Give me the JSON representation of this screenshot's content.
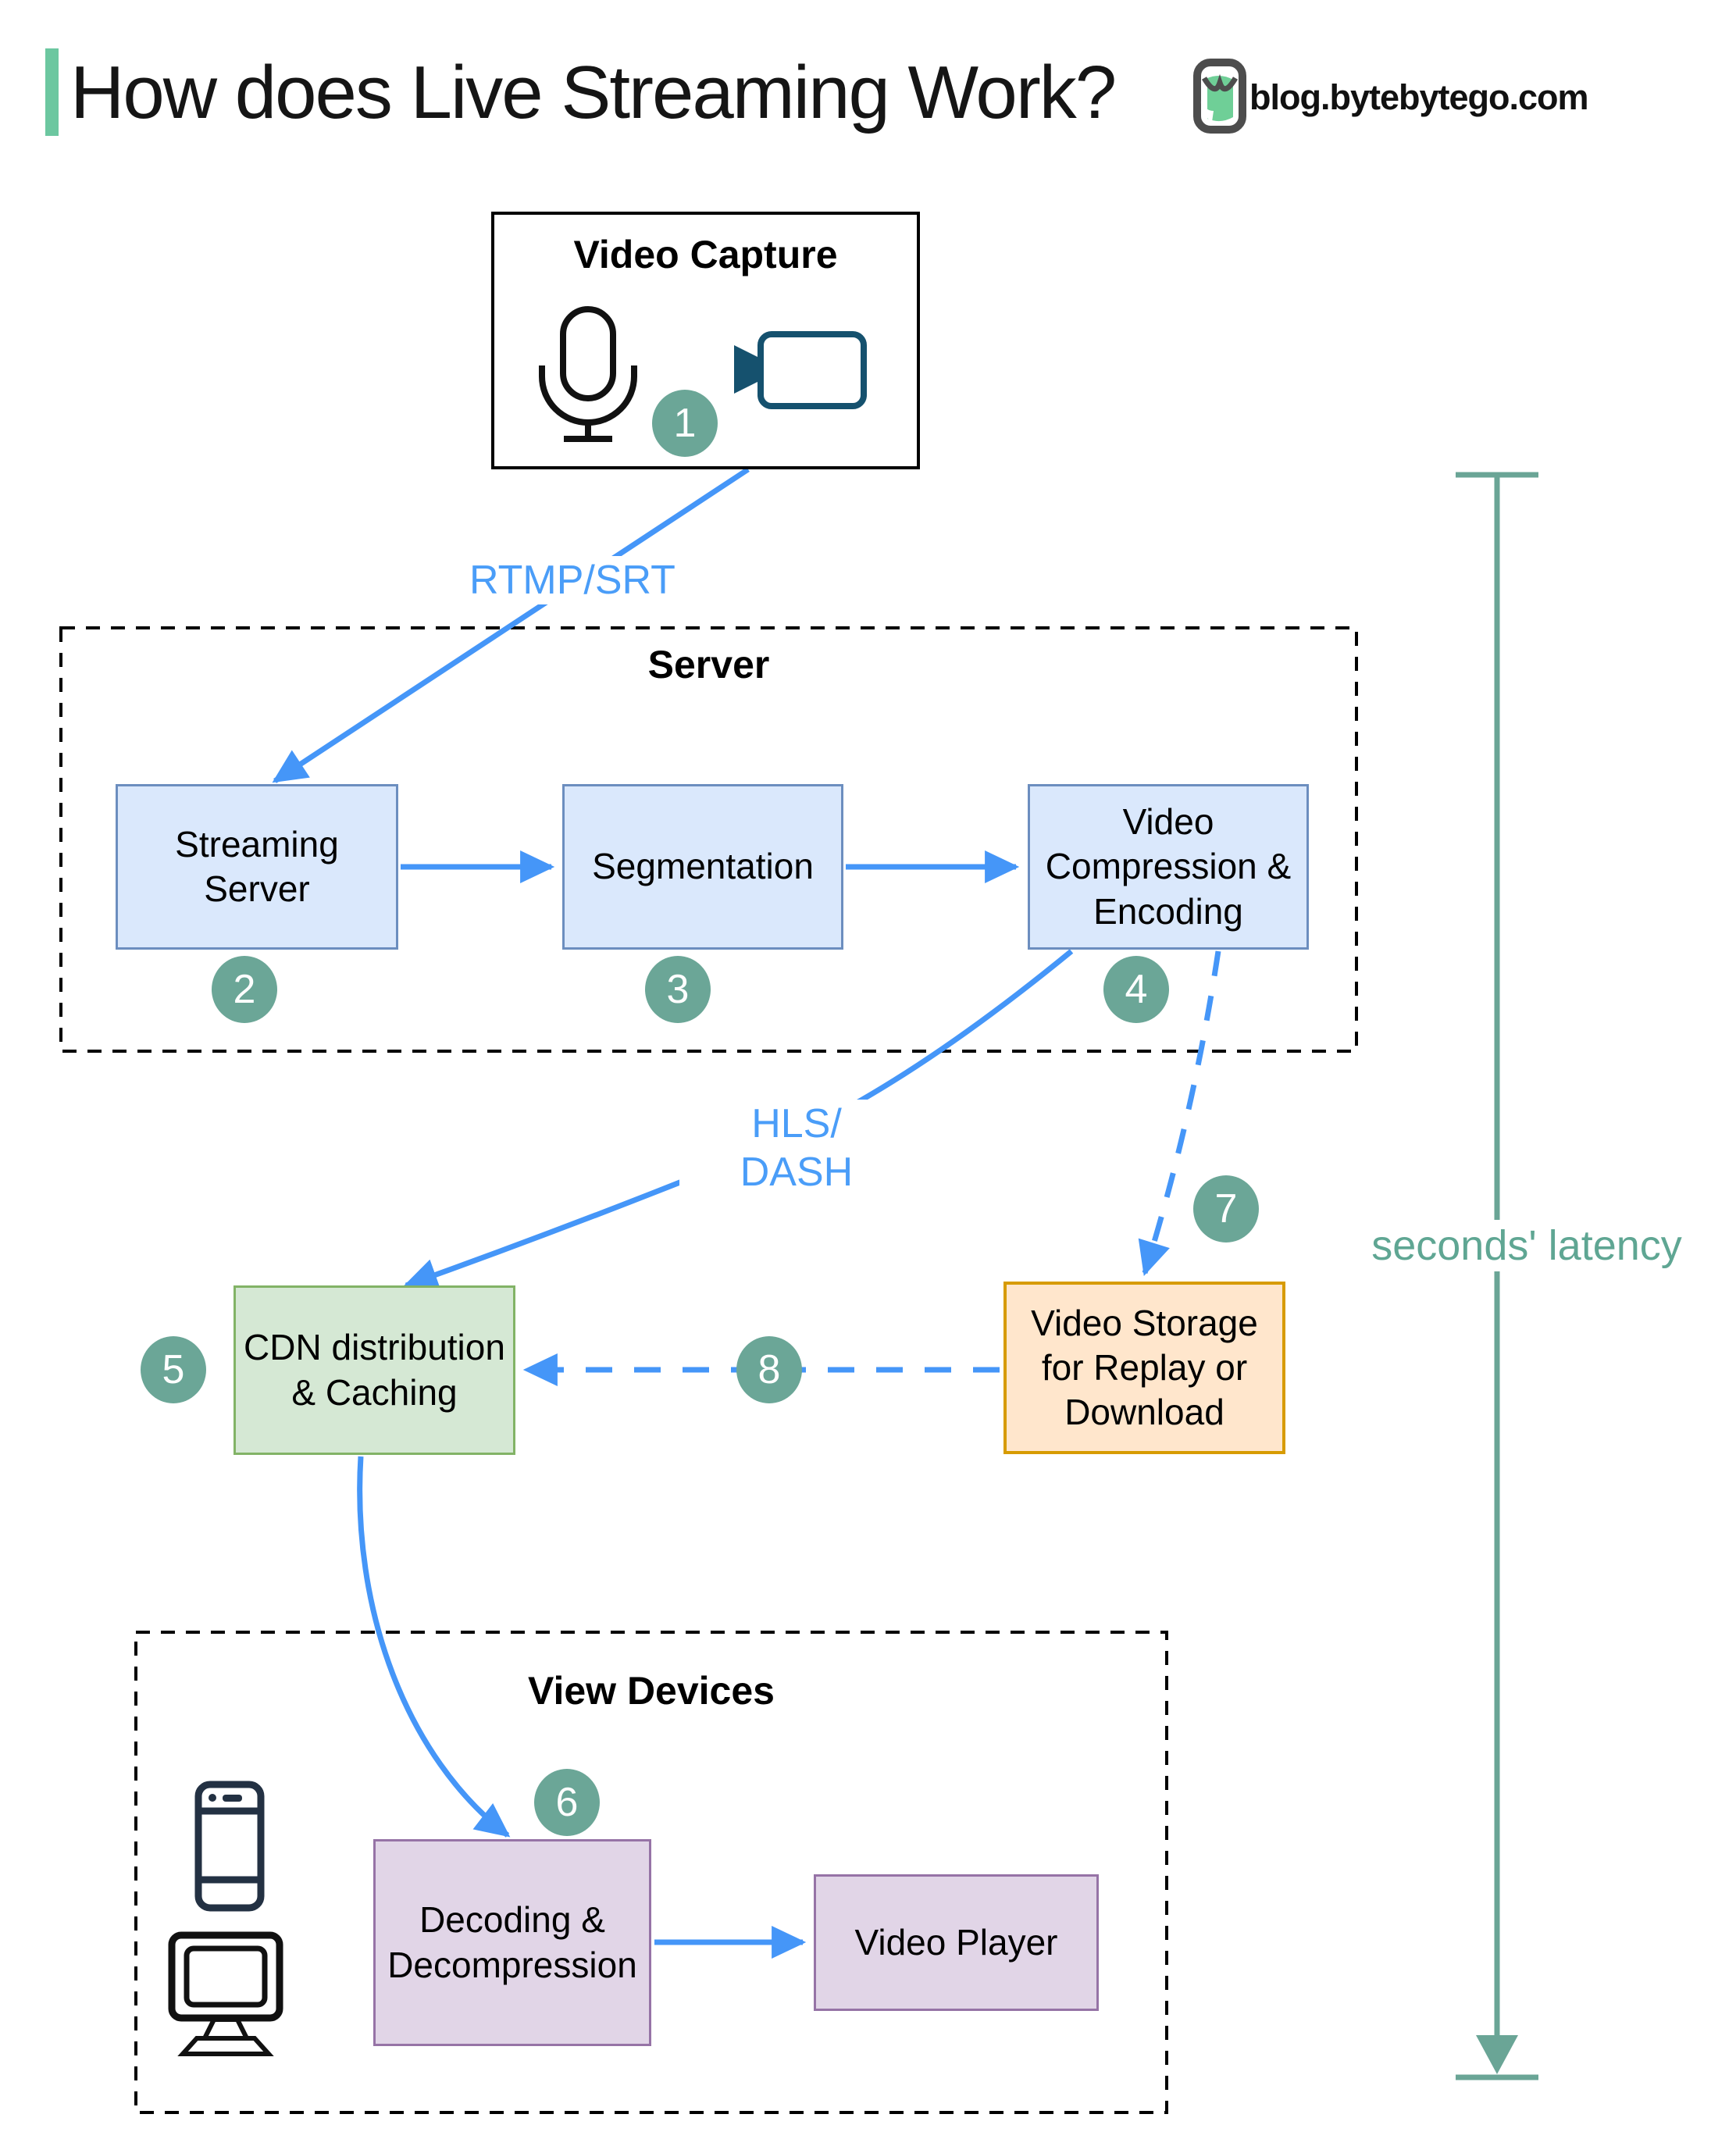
{
  "page": {
    "title": "How does Live Streaming Work?",
    "site": "blog.bytebytego.com"
  },
  "groups": {
    "server_label": "Server",
    "view_devices_label": "View Devices"
  },
  "nodes": {
    "video_capture": {
      "label": "Video Capture",
      "step": "1"
    },
    "streaming_server": {
      "label": "Streaming Server",
      "step": "2"
    },
    "segmentation": {
      "label": "Segmentation",
      "step": "3"
    },
    "video_compression": {
      "label": "Video Compression & Encoding",
      "step": "4"
    },
    "cdn": {
      "label": "CDN distribution & Caching",
      "step": "5"
    },
    "video_storage": {
      "label": "Video Storage for Replay or Download"
    },
    "decoding": {
      "label": "Decoding & Decompression",
      "step": "6"
    },
    "video_player": {
      "label": "Video Player"
    }
  },
  "edges": {
    "capture_to_server": {
      "label": "RTMP/SRT"
    },
    "compression_to_cdn": {
      "label_line1": "HLS/",
      "label_line2": "DASH"
    },
    "compression_to_storage": {
      "step": "7"
    },
    "storage_to_cdn": {
      "step": "8"
    }
  },
  "annotations": {
    "latency": "seconds' latency"
  },
  "icons": [
    "bytebytego-logo-icon",
    "microphone-icon",
    "video-camera-icon",
    "smartphone-icon",
    "monitor-icon"
  ],
  "palette": {
    "accent_green": "#6cc7a0",
    "step_circle_teal": "#6ba697",
    "arrow_blue": "#4596f8",
    "edge_label_blue": "#4a9df8",
    "latency_teal": "#6aa596",
    "latency_text": "#5fa693",
    "box_blue_fill": "#dae8fc",
    "box_blue_stroke": "#6c8ebf",
    "box_green_fill": "#d5e8d4",
    "box_green_stroke": "#82b366",
    "box_orange_fill": "#ffe6cc",
    "box_orange_stroke": "#d79b00",
    "box_purple_fill": "#e1d5e7",
    "box_purple_stroke": "#9673a6",
    "camera_icon_teal": "#15516e"
  }
}
